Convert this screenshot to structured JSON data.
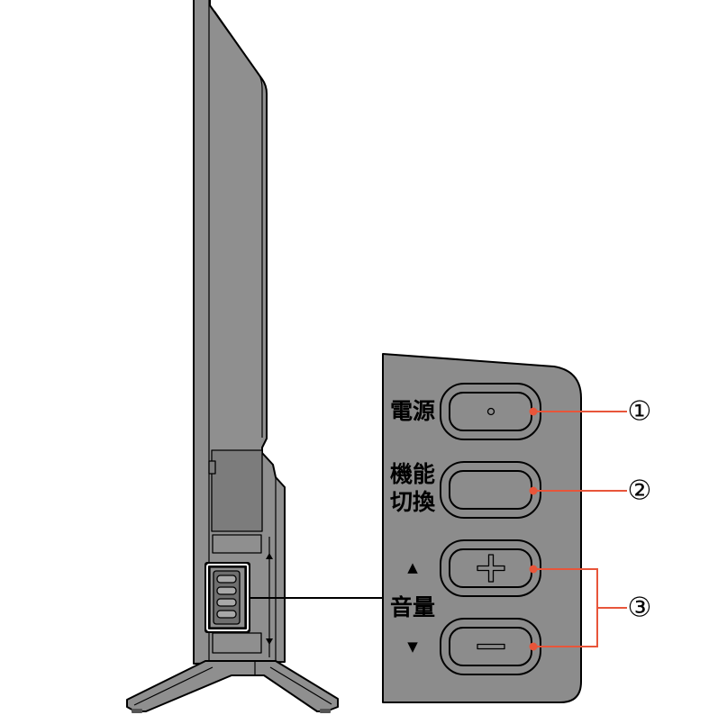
{
  "colors": {
    "tv_body": "#8f8f8f",
    "tv_back_cover": "#7c7c7c",
    "tv_control_well": "#6e6e6e",
    "tv_control_key": "#a8a8a8",
    "tv_foot": "#555555",
    "panel": "#8c8c8c",
    "button": "#8c8c8c",
    "callout": "#e8553a"
  },
  "panel": {
    "power": {
      "label": "電源",
      "icon": "dot-icon"
    },
    "function": {
      "label_line1": "機能",
      "label_line2": "切換"
    },
    "volume": {
      "label": "音量",
      "up_arrow": "▲",
      "down_arrow": "▼",
      "up_icon": "plus-icon",
      "down_icon": "minus-icon"
    }
  },
  "callouts": [
    "①",
    "②",
    "③"
  ]
}
